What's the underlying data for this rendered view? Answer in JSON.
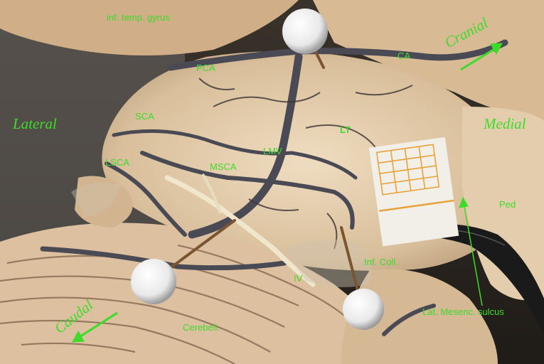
{
  "labels": {
    "inf_temp_gyrus": "inf. temp. gyrus",
    "pca": "PCA",
    "ca": "CA",
    "cranial": "Cranial",
    "sca": "SCA",
    "lateral": "Lateral",
    "lt": "LT",
    "medial": "Medial",
    "lmv": "LMV",
    "lsca": "LSCA",
    "msca": "MSCA",
    "ped": "Ped",
    "inf_coll": "Inf. Coll.",
    "iv": "IV",
    "caudal": "Caudal",
    "cerebell": "Cerebell.",
    "lat_mesenc_sulcus": "Lat. Mesenc. sulcus"
  },
  "colors": {
    "annotation": "#3ddc2a",
    "tissue": "#e6cfb0",
    "vessel": "#4a4a55",
    "pin_head": "#ffffff",
    "scale_grid": "#e8a23a"
  }
}
